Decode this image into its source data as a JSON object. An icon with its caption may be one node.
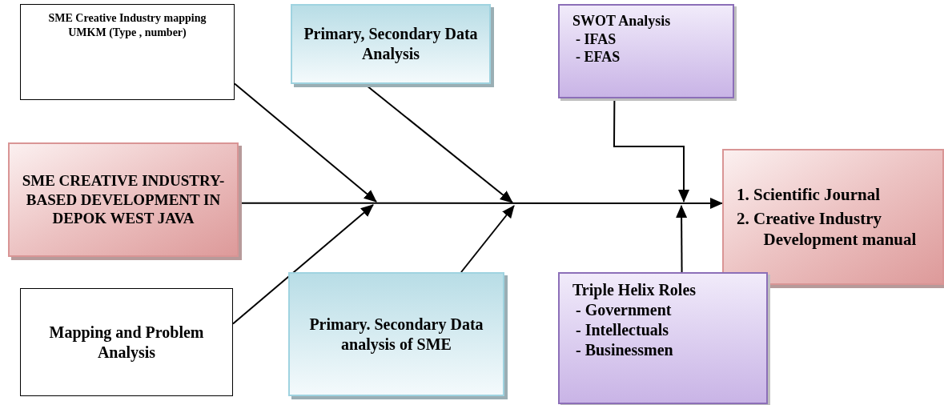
{
  "diagram": {
    "nodes": [
      {
        "text": [
          "SME Creative Industry mapping UMKM (Type , number)"
        ]
      },
      {
        "text": [
          "Primary, Secondary Data Analysis"
        ]
      },
      {
        "text": [
          "SWOT Analysis",
          "- IFAS",
          "- EFAS"
        ]
      },
      {
        "text": [
          "SME CREATIVE INDUSTRY-BASED DEVELOPMENT IN DEPOK WEST JAVA"
        ]
      },
      {
        "text": [
          "1. Scientific Journal",
          "2. Creative Industry Development manual"
        ]
      },
      {
        "text": [
          "Mapping and Problem Analysis"
        ]
      },
      {
        "text": [
          "Primary. Secondary Data analysis of SME"
        ]
      },
      {
        "text": [
          "Triple Helix Roles",
          "- Government",
          "- Intellectuals",
          "- Businessmen"
        ]
      }
    ],
    "edges": [
      {
        "from": 3,
        "to": 4,
        "arrow": "to"
      },
      {
        "from": 0,
        "to": null,
        "arrow": "to"
      },
      {
        "from": 1,
        "to": null,
        "arrow": "to"
      },
      {
        "from": 2,
        "to": null,
        "arrow": "to"
      },
      {
        "from": 5,
        "to": null,
        "arrow": "to"
      },
      {
        "from": 6,
        "to": null,
        "arrow": "to"
      },
      {
        "from": 7,
        "to": null,
        "arrow": "to"
      }
    ]
  }
}
